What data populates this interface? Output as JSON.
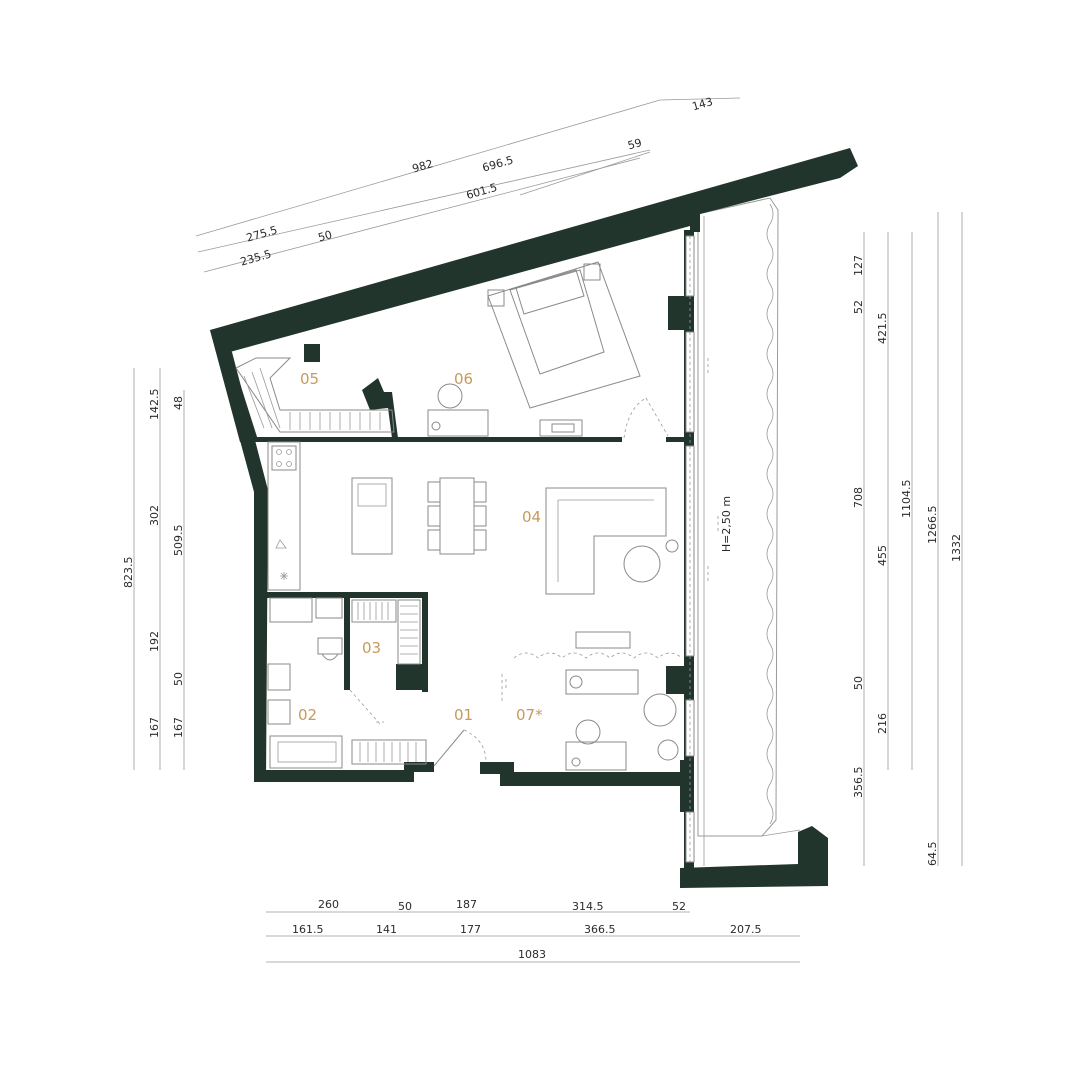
{
  "colors": {
    "wall": "#22352d",
    "room_label": "#c79a5c",
    "dimension_text": "#2b2b2b",
    "dimension_line": "#9a9a9a"
  },
  "rooms": [
    {
      "id": "01"
    },
    {
      "id": "02"
    },
    {
      "id": "03"
    },
    {
      "id": "04"
    },
    {
      "id": "05"
    },
    {
      "id": "06"
    },
    {
      "id": "07*"
    }
  ],
  "height_note": "H=2,50 m",
  "dims": {
    "top": [
      "143",
      "982",
      "696.5",
      "59",
      "601.5",
      "275.5",
      "50",
      "235.5"
    ],
    "left": [
      "823.5",
      "142.5",
      "48",
      "302",
      "509.5",
      "192",
      "50",
      "167",
      "167"
    ],
    "right": [
      "127",
      "52",
      "421.5",
      "708",
      "1104.5",
      "1266.5",
      "1332",
      "455",
      "50",
      "216",
      "356.5",
      "64.5"
    ],
    "bottom_row1": [
      "260",
      "50",
      "187",
      "314.5",
      "52"
    ],
    "bottom_row2": [
      "161.5",
      "141",
      "177",
      "366.5",
      "207.5"
    ],
    "bottom_total": "1083"
  }
}
